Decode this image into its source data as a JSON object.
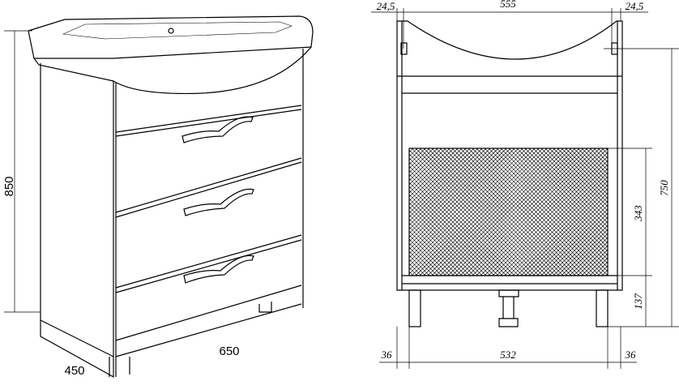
{
  "iso_view": {
    "height_label": "850",
    "width_label": "650",
    "depth_label": "450"
  },
  "front_view": {
    "top_left_offset": "24,5",
    "top_width": "555",
    "top_right_offset": "24,5",
    "total_height": "750",
    "panel_height": "343",
    "leg_height": "137",
    "bottom_left_offset": "36",
    "bottom_width": "532",
    "bottom_right_offset": "36"
  }
}
